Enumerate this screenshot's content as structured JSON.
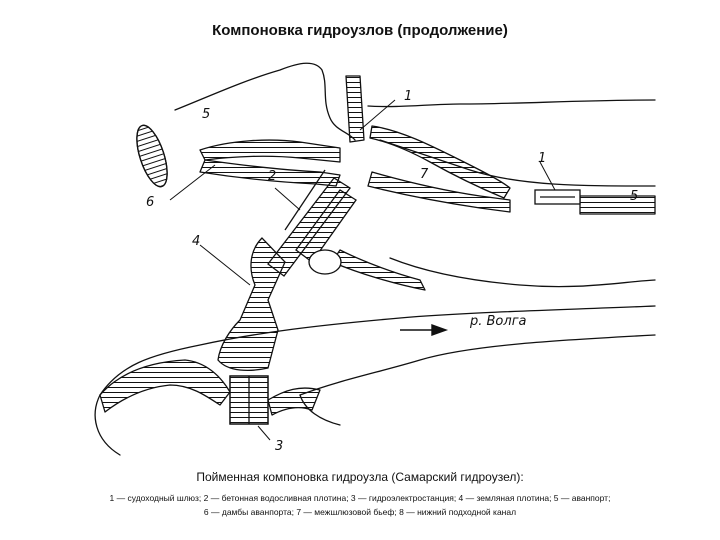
{
  "title": "Компоновка гидроузлов (продолжение)",
  "diagram": {
    "labels": {
      "l1a": "1",
      "l1b": "1",
      "l2": "2",
      "l3": "3",
      "l4": "4",
      "l5a": "5",
      "l5b": "5",
      "l6": "6",
      "l7": "7",
      "river": "р. Волга"
    }
  },
  "caption": "Пойменная компоновка гидроузла (Самарский гидроузел):",
  "legend": {
    "line1": "1 — судоходный шлюз; 2 — бетонная водосливная плотина; 3 — гидроэлектростанция; 4 — земляная плотина; 5 — аванпорт;",
    "line2": "6 — дамбы аванпорта; 7 — межшлюзовой бьеф; 8 — нижний подходной канал"
  }
}
